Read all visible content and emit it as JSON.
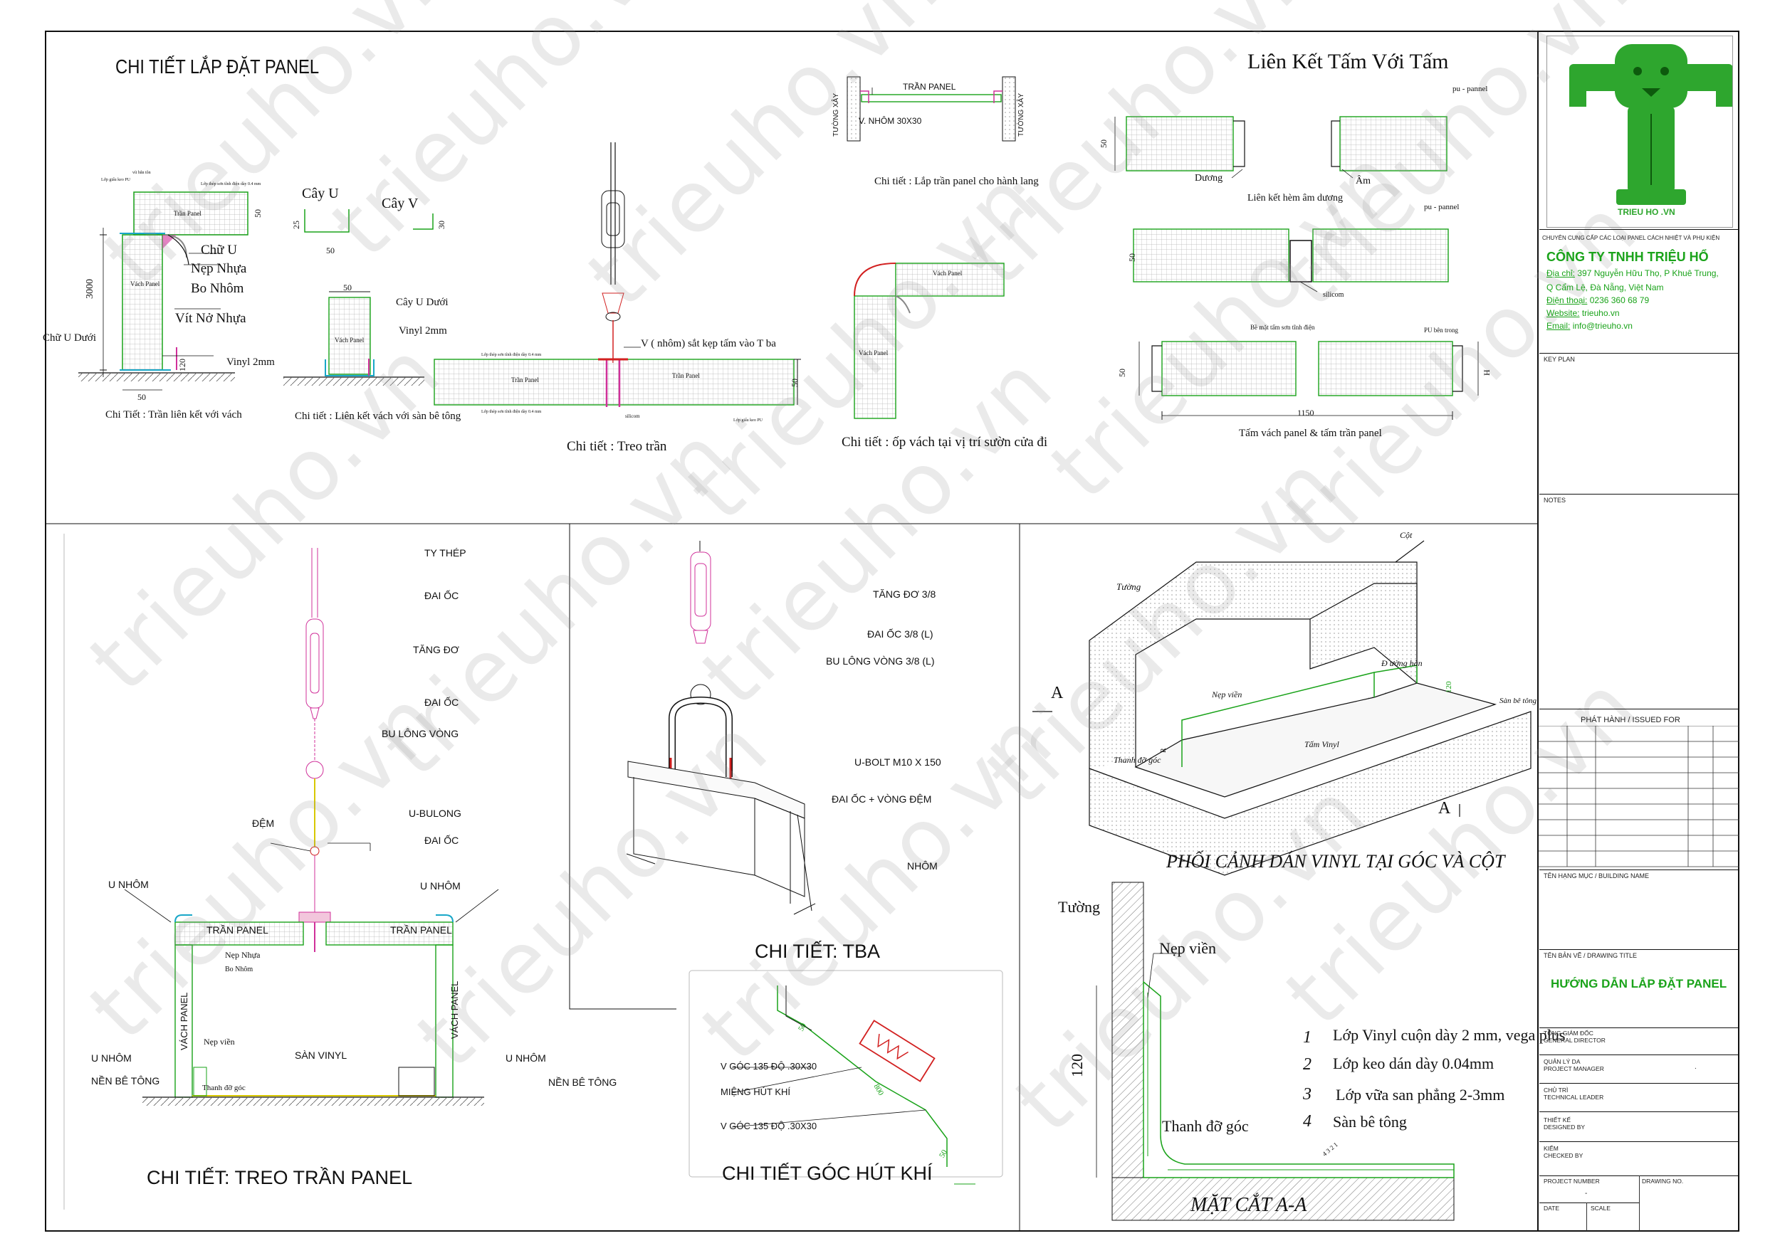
{
  "sheet": {
    "main_title": "CHI TIẾT LẮP ĐẶT PANEL",
    "lien_ket_title": "Liên Kết Tấm Với Tấm"
  },
  "d1": {
    "caption": "Chi Tiết : Trần liên kết với vách",
    "labels": {
      "chu_u": "Chữ U",
      "nep_nhua": "Nẹp Nhựa",
      "bo_nhom": "Bo Nhôm",
      "vit_no_nhua": "Vít Nở Nhựa",
      "chu_u_duoi": "Chữ U Dưới",
      "vinyl": "Vinyl 2mm",
      "tran_panel": "Trần Panel",
      "vach_panel": "Vách Panel",
      "dim_3000": "3000",
      "dim_120": "120",
      "dim_50": "50",
      "dim_50b": "50",
      "tiny_1": "Lớp giấu keo PU",
      "tiny_2": "Lớp thép sơn tĩnh điện dày 0.4 mm",
      "tiny_3": "vít bắn tôn"
    }
  },
  "d2": {
    "cay_u": "Cây U",
    "cay_v": "Cây V",
    "dim_25": "25",
    "dim_50": "50",
    "dim_30": "30",
    "dim_50b": "50",
    "cay_u_duoi": "Cây U Dưới",
    "vinyl": "Vinyl 2mm",
    "vach_panel": "Vách Panel",
    "caption": "Chi tiết : Liên kết vách với sàn bê tông"
  },
  "d3": {
    "v_label": "V ( nhôm) sắt kẹp tấm vào T ba",
    "tran_panel_l": "Trần Panel",
    "tran_panel_r": "Trần Panel",
    "dim_50": "50",
    "silicom": "silicom",
    "tiny_1": "Lớp thép sơn tĩnh điện dày 0.4 mm",
    "tiny_2": "Lớp thép sơn tĩnh điện dày 0.4 mm",
    "tiny_3": "Lớp giấu keo PU",
    "caption": "Chi tiết : Treo trần"
  },
  "d4": {
    "tran_panel": "TRẦN PANEL",
    "v_nhom": "V. NHÔM 30X30",
    "tuong_xay_l": "TƯỜNG XÂY",
    "tuong_xay_r": "TƯỜNG XÂY",
    "caption": "Chi tiết : Lắp trần panel cho hành lang"
  },
  "d5": {
    "vach_panel_top": "Vách Panel",
    "vach_panel_side": "Vách Panel",
    "caption": "Chi tiết : ốp vách tại vị trí sườn cửa đi"
  },
  "d6": {
    "pu_pannel_1": "pu - pannel",
    "dim_50_1": "50",
    "duong": "Dương",
    "am": "Âm",
    "caption_1": "Liên kết  hèm âm dương",
    "pu_pannel_2": "pu - pannel",
    "dim_50_2": "50",
    "silicom": "silicom",
    "be_mat": "Bề mặt tấm sơn tĩnh điện",
    "pu_ben_trong": "PU bên trong",
    "dim_50_3": "50",
    "dim_h": "H",
    "dim_1150": "1150",
    "caption_2": "Tấm vách panel & tấm trần panel"
  },
  "d7": {
    "labels": [
      "TY THÉP",
      "ĐAI ỐC",
      "TĂNG ĐƠ",
      "ĐAI ỐC",
      "BU LÔNG VÒNG",
      "U-BULONG",
      "ĐAI ỐC"
    ],
    "dem": "ĐỆM",
    "u_nhom_l": "U NHÔM",
    "u_nhom_r": "U NHÔM",
    "tran_panel_l": "TRẦN PANEL",
    "tran_panel_r": "TRẦN PANEL",
    "nep_nhua": "Nẹp Nhựa",
    "bo_nhom": "Bo Nhôm",
    "vach_panel_l": "VÁCH PANEL",
    "vach_panel_r": "VÁCH PANEL",
    "nep_vien": "Nẹp viền",
    "san_vinyl": "SÀN VINYL",
    "u_nhom_bl": "U NHÔM",
    "u_nhom_br": "U NHÔM",
    "nen_be_tong_l": "NỀN BÊ TÔNG",
    "nen_be_tong_r": "NỀN BÊ TÔNG",
    "thanh_do_goc": "Thanh đỡ góc",
    "caption": "CHI TIẾT: TREO TRẦN PANEL"
  },
  "d8": {
    "labels": [
      "TĂNG ĐƠ 3/8",
      "ĐAI ỐC 3/8 (L)",
      "BU LÔNG VÒNG 3/8 (L)",
      "U-BOLT M10 X 150",
      "ĐAI ỐC + VÒNG ĐỆM",
      "NHÔM"
    ],
    "caption": "CHI TIẾT: TBA"
  },
  "d9": {
    "labels": [
      "V GÓC 135 ĐỘ .30X30",
      "MIỆNG HÚT KHÍ",
      "V GÓC 135 ĐỘ .30X30"
    ],
    "dim_800": "800",
    "dim_50a": "50",
    "dim_50b": "50",
    "caption": "CHI TIẾT GÓC HÚT KHÍ"
  },
  "d10": {
    "cot": "Cột",
    "tuong": "Tường",
    "duong_han": "Đ ường hàn",
    "nep_vien": "Nẹp viền",
    "tam_vinyl": "Tấm Vinyl",
    "thanh_do_goc": "Thanh đỡ góc",
    "san_be_tong": "Sàn bê tông",
    "a1": "A",
    "a2": "A",
    "dim_120": "120",
    "dim_R": "R",
    "caption": "PHỐI CẢNH DÁN VINYL TẠI GÓC VÀ CỘT"
  },
  "d11": {
    "tuong": "Tường",
    "nep_vien": "Nẹp viền",
    "thanh_do_goc": "Thanh đỡ góc",
    "dim_120": "120",
    "layers": [
      {
        "n": "1",
        "text": "Lớp Vinyl cuộn dày 2 mm, vega plus"
      },
      {
        "n": "2",
        "text": "Lớp keo dán dày 0.04mm"
      },
      {
        "n": "3",
        "text": "Lớp vữa san phẳng 2-3mm"
      },
      {
        "n": "4",
        "text": "Sàn bê tông"
      }
    ],
    "tiny": "4 3 2 1",
    "caption": "MẶT CẮT A-A"
  },
  "watermark": "trieuho.vn",
  "title_block": {
    "logo_text": "TRIEU HO .VN",
    "tagline": "CHUYÊN CUNG CẤP CÁC LOẠI PANEL CÁCH NHIỆT VÀ PHỤ KIỆN",
    "company": "CÔNG TY TNHH TRIỆU HỔ",
    "address_label": "Địa chỉ:",
    "address_value": "397 Nguyễn Hữu Thọ, P Khuê Trung,",
    "address_line2": "Q Cẩm Lệ, Đà Nẵng, Việt Nam",
    "phone_label": "Điện thoại:",
    "phone_value": "0236 360 68 79",
    "website_label": "Website:",
    "website_value": "trieuho.vn",
    "email_label": "Email:",
    "email_value": "info@trieuho.vn",
    "key_plan": "KEY PLAN",
    "notes": "NOTES",
    "issued_for": "PHÁT HÀNH / ISSUED FOR",
    "building_name": "TÊN HẠNG MỤC / BUILDING NAME",
    "drawing_title_label": "TÊN BẢN VẼ / DRAWING TITLE",
    "drawing_title": "HƯỚNG DẪN LẮP ĐẶT PANEL",
    "gd_vi": "TỔNG GIÁM ĐỐC",
    "gd_en": "GENERAL DIRECTOR",
    "pm_vi": "QUẢN LÝ DA",
    "pm_en": "PROJECT MANAGER",
    "tl_vi": "CHỦ TRÌ",
    "tl_en": "TECHNICAL LEADER",
    "ds_vi": "THIẾT KẾ",
    "ds_en": "DESIGNED BY",
    "ck_vi": "KIỂM",
    "ck_en": "CHECKED BY",
    "project_number": "PROJECT NUMBER",
    "drawing_no": "DRAWING NO.",
    "date": "DATE",
    "scale": "SCALE",
    "dash": "-",
    "dot": "."
  },
  "colors": {
    "green": "#1aa31a",
    "magenta": "#d0309a",
    "red": "#d22020",
    "cyan": "#19a7c8",
    "yellow": "#d8c800"
  }
}
